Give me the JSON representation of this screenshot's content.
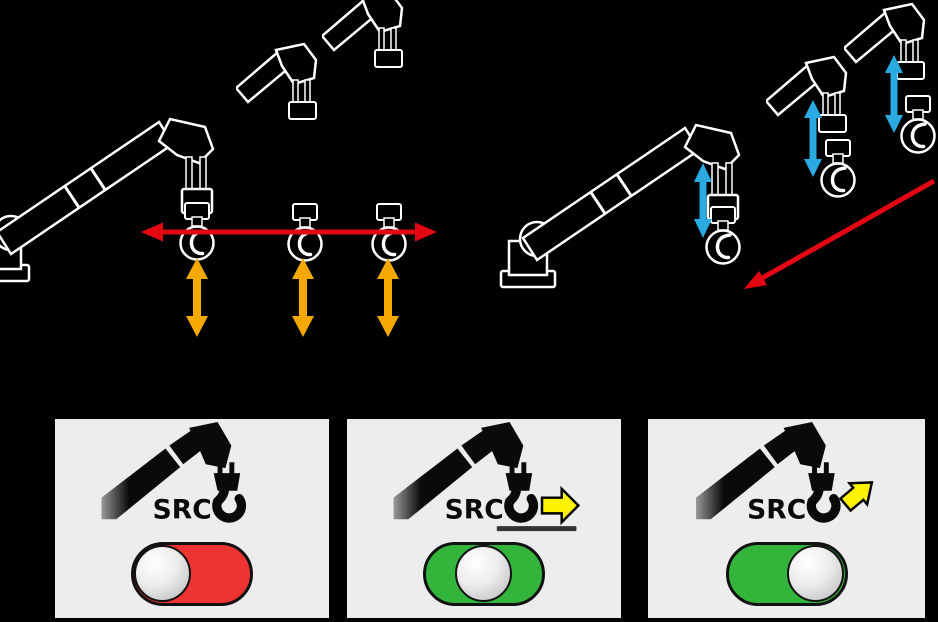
{
  "colors": {
    "background": "#000000",
    "panel_bg": "#EDEDED",
    "diagram_red": "#E30613",
    "diagram_orange": "#F5A800",
    "diagram_blue": "#29ABE2",
    "toggle_red": "#EE3333",
    "toggle_green": "#33B53C",
    "yellow_arrow": "#FFF200",
    "icon_black": "#0A0A0A",
    "crane_outline": "#FFFFFF",
    "underline_gray": "#333333"
  },
  "diagram": {
    "left_group": {
      "hook_positions": 3,
      "boom_ghost_positions": 2,
      "horizontal_double_arrow_color_key": "diagram_red",
      "vertical_double_arrows": 3,
      "vertical_double_arrow_color_key": "diagram_orange"
    },
    "right_group": {
      "hook_positions": 3,
      "boom_ghost_positions": 2,
      "vertical_double_arrows": 3,
      "vertical_double_arrow_color_key": "diagram_blue",
      "diagonal_arrow_color_key": "diagram_red"
    }
  },
  "panels": [
    {
      "label": "SRC",
      "toggle_state": "off",
      "knob_position": "left",
      "track_color_key": "toggle_red",
      "hook_arrow": "none",
      "underlined": false
    },
    {
      "label": "SRC",
      "toggle_state": "intermediate",
      "knob_position": "center",
      "track_color_key": "toggle_green",
      "hook_arrow": "right",
      "underlined": true
    },
    {
      "label": "SRC",
      "toggle_state": "on",
      "knob_position": "right",
      "track_color_key": "toggle_green",
      "hook_arrow": "up-right",
      "underlined": false
    }
  ]
}
